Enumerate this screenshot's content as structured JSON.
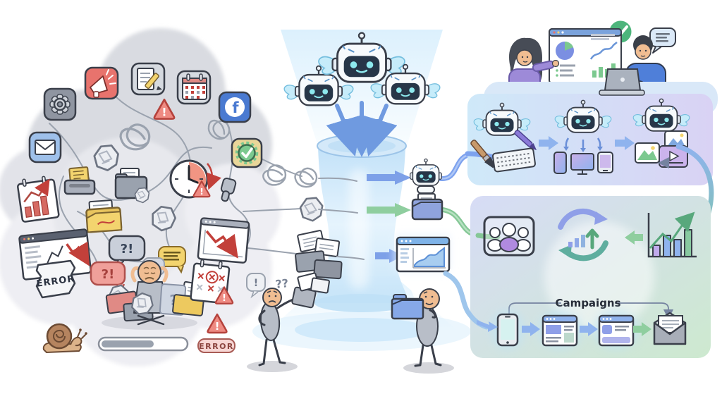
{
  "labels": {
    "facebook": "f",
    "error_torn": "ERROR",
    "error_badge": "ERROR",
    "bubble_interrobang_gray": "?!",
    "bubble_interrobang_red": "?!",
    "bubble_question": "?",
    "pile_question": "?",
    "stick_exclaim": "!",
    "stick_double_question": "??",
    "warning_mark": "!",
    "campaigns": "Campaigns"
  },
  "palette": {
    "background": "#ffffff",
    "cloud_gray": "#e3e4ea",
    "ink": "#3a3f4a",
    "alert_red": "#e2625e",
    "warning_yellow": "#f3d46e",
    "accent_blue": "#7da2ee",
    "accent_green": "#7cc98f",
    "accent_purple": "#b09ae0",
    "funnel_blue": "#bfe0f8",
    "panel_blue": "#cfe9f9",
    "panel_purple": "#d9d2f4",
    "panel_green": "#cde9cf"
  },
  "regions": {
    "left_chaos": {
      "icons": [
        "gear-icon",
        "megaphone-icon",
        "note-pencil-icon",
        "calendar-icon",
        "facebook-icon",
        "warning-triangle-icon",
        "envelope-icon",
        "approved-badge-icon",
        "inbox-tray-icon",
        "crumpled-paper-icon",
        "folder-documents-icon",
        "deadline-clock-icon",
        "thumbs-down-icon",
        "calendar-chart-icon",
        "outbox-folder-icon",
        "declining-chart-window-icon",
        "confusion-bubble-icon",
        "notes-bubble-icon",
        "error-torn-paper",
        "stressed-person",
        "missed-deadlines-calendar-icon",
        "error-badge",
        "snail-icon",
        "stalled-progress-bar",
        "tangled-threads"
      ]
    },
    "funnel": {
      "bots": [
        "winged-bot",
        "winged-bot",
        "winged-bot"
      ],
      "inputs": [
        "tangled-thread",
        "crumpled-paper",
        "document-stack"
      ],
      "outputs": [
        "ai-bot",
        "organized-folder",
        "analytics-window"
      ]
    },
    "team": {
      "icons": [
        "dashboard-window",
        "success-check",
        "chat-bubble",
        "presenter-woman",
        "analyst-man",
        "laptop"
      ]
    },
    "panel_content_bots": {
      "steps": [
        "bot-create-content",
        "bot-distribute-devices",
        "bot-generate-media"
      ]
    },
    "panel_insights": {
      "icons": [
        "audience-icon",
        "optimization-cycle",
        "growth-chart"
      ]
    },
    "campaigns_flow": {
      "label": "Campaigns",
      "steps": [
        "smartphone",
        "webpage",
        "webpage",
        "email-envelope"
      ]
    },
    "people": [
      "confused-stick-figure",
      "happy-stick-figure"
    ]
  }
}
